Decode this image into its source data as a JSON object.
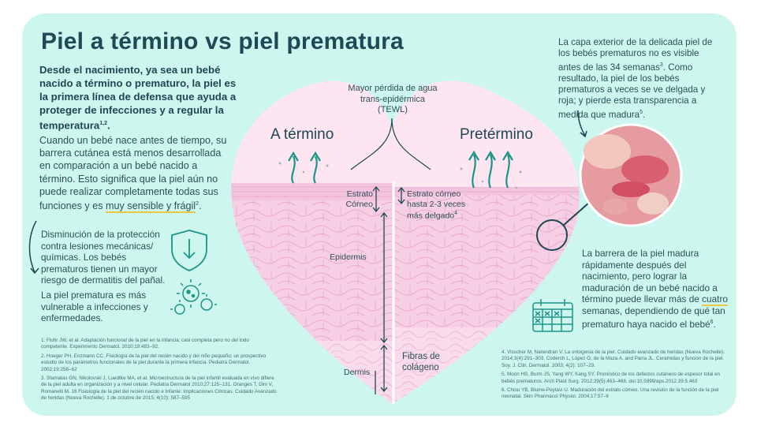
{
  "title": "Piel a término vs piel prematura",
  "lead": "Desde el nacimiento, ya sea un bebé nacido a término o prematuro, la piel es la primera línea de defensa que ayuda a proteger de infecciones y a regular la temperatura",
  "lead_ref": "1,2",
  "body_main": "Cuando un bebé nace antes de tiempo, su barrera cutánea está menos desarrollada en comparación a un bebé nacido a término. Esto significa que la piel aún no puede realizar completamente todas sus funciones y es",
  "body_highlight": "muy sensible y frágil",
  "body_ref": "2",
  "body_end": ".",
  "point1": "Disminución de la protección contra lesiones mecánicas/ químicas. Los bebés prematuros tienen un mayor riesgo de dermatitis del pañal.",
  "point2": "La piel prematura es más vulnerable a infecciones y enfermedades.",
  "tewl": [
    "Mayor pérdida de agua",
    "trans-epidérmica",
    "(TEWL)"
  ],
  "term_label": "A término",
  "preterm_label": "Pretérmino",
  "layer_stratum": [
    "Estrato",
    "Córneo"
  ],
  "layer_stratum_note": [
    "Estrato córneo",
    "hasta 2-3 veces",
    "más delgado"
  ],
  "layer_stratum_note_ref": "4",
  "layer_epidermis": "Epidermis",
  "layer_dermis": "Dermis",
  "layer_collagen": [
    "Fibras de",
    "colágeno"
  ],
  "right_top_1": "La capa exterior de la delicada piel de los bebés prematuros no es visible antes de las 34 semanas",
  "right_top_1_ref": "3",
  "right_top_2": ". Como resultado, la piel de los bebés prematuros a veces se ve delgada y roja; y pierde esta transparencia a medida que madura",
  "right_top_2_ref": "5",
  "right_top_end": ".",
  "right_bottom_1": "La barrera de la piel madura rápidamente después del nacimiento, pero lograr la maduración de un bebé nacido a término puede llevar más de",
  "right_bottom_highlight": "cuatro",
  "right_bottom_2": "semanas, dependiendo de qué tan prematuro haya nacido el bebé",
  "right_bottom_ref": "6",
  "right_bottom_end": ".",
  "refs_left": [
    "1. Fluhr JW, et al. Adaptación funcional de la piel en la infancia; casi completa pero no del todo competente. Experimento Dermatol. 2010;19:483–92.",
    "2. Hoeger PH, Enzmann CC. Fisiología de la piel del recién nacido y del niño pequeño: un prospectivo estudio de los parámetros funcionales de la piel durante la primera infancia. Pediatra Dermatol. 2002;19:256–62",
    "3. Stamatas GN, Nikolovski J, Luedtke MA, et al. Microestructura de la piel infantil evaluada en vivo difiere de la piel adulta en organización y a nivel celular. Pediatra Dermatol 2010;27:125–131. Oranges T, Dini V, Romanelli M. 16 Fisiología de la piel del recién nacido e Infante: Implicaciones Clínicas. Cuidado Avanzado de heridas (Nueva Rochelle). 1 de octubre de 2015; 4(10): 587–595"
  ],
  "refs_right": [
    "4. Visscher M, Narendran V. La ontogenia de la piel. Cuidado avanzado de heridas (Nueva Rochelle). 2014;3(4):291–303. Coderch L, López O, de la Maza A, and Parra JL. Ceramidas y función de la piel. Soy. J. Clin. Dermatol. 2003; 4(2): 107–29.",
    "5. Moon HS, Burm JS, Yang WY, Kang SY. Pronóstico de los defectos cutáneos de espesor total en bebés prematuros. Arch Plast Surg. 2012;39(5):463–468. doi:10.5999/aps.2012.39.5.463",
    "6. Chiou YB, Blume-Peytavi U. Maduración del estrato córneo. Una revisión de la función de la piel neonatal. Skin Pharmacol Physiol. 2004;17:57–6"
  ],
  "colors": {
    "panel": "#cdf6ee",
    "heart": "#fde6f1",
    "teal": "#1d9488",
    "text": "#1f4654",
    "highlight": "#e8c84a"
  }
}
